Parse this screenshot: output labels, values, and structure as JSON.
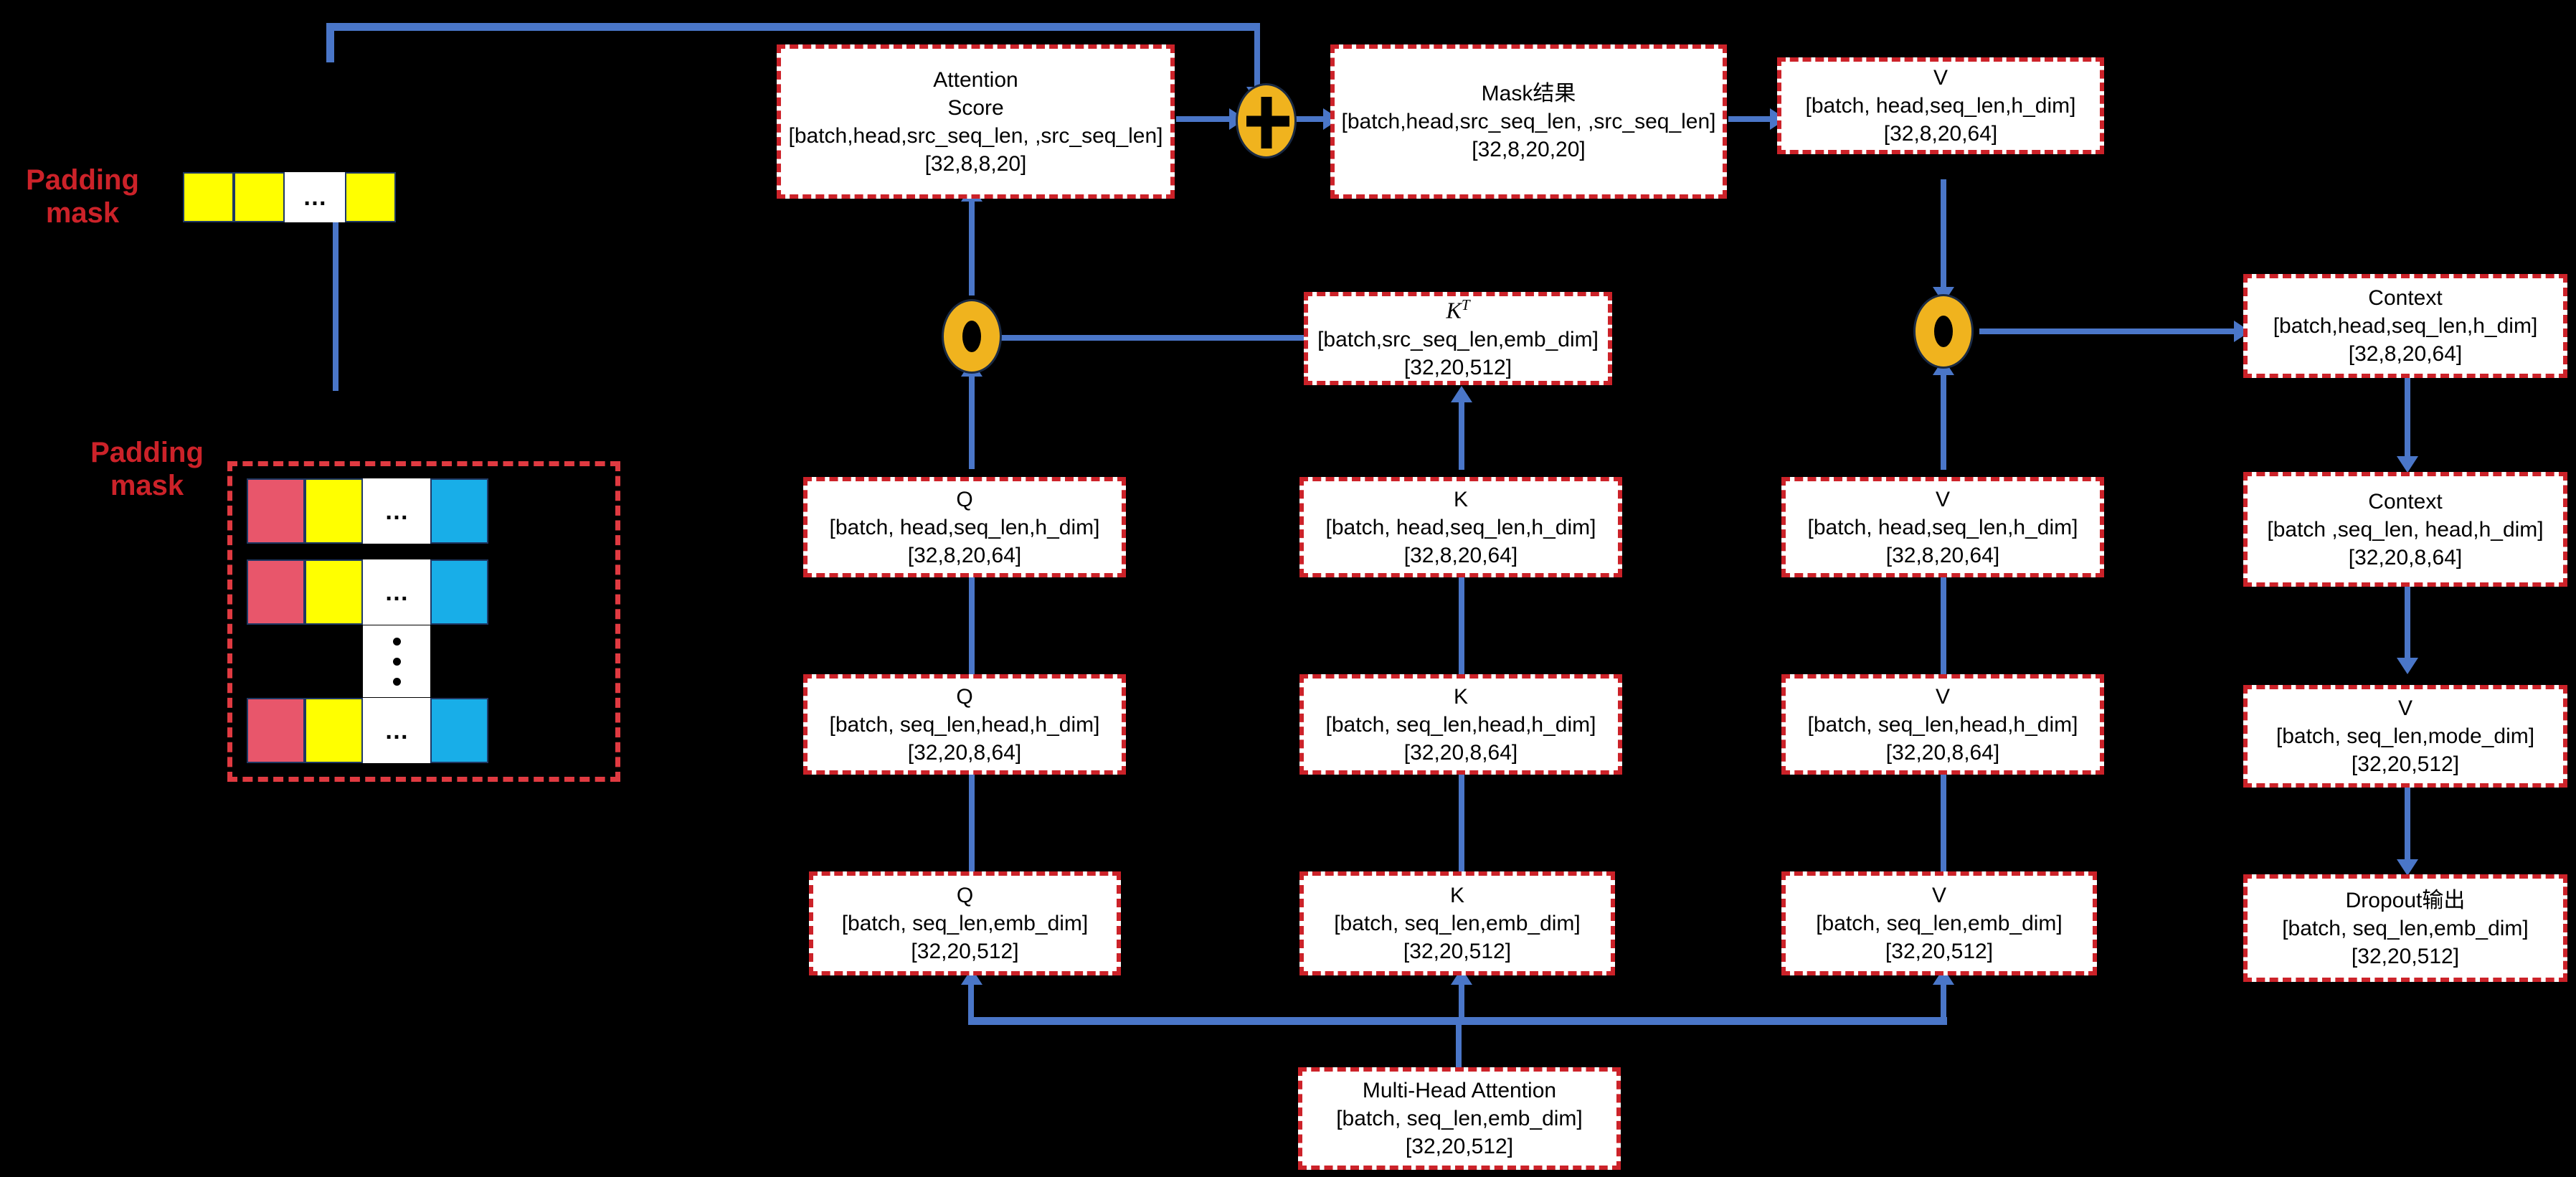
{
  "diagram": {
    "title": "Multi-Head Attention with Padding Mask dataflow",
    "colors": {
      "box_border": "#cc2229",
      "box_fill": "#ffffff",
      "arrow": "#4a76c8",
      "operator_fill": "#f0b31e",
      "label_red": "#cc2229",
      "swatch_red": "#e8566b",
      "swatch_yellow": "#ffff00",
      "swatch_blue": "#18aee8",
      "background": "#000000"
    }
  },
  "labels": {
    "padding_mask_top": "Padding\nmask",
    "padding_mask_bottom": "Padding\nmask",
    "ellipsis": "…"
  },
  "operators": {
    "add": "+",
    "matmul_1": "matmul",
    "matmul_2": "matmul"
  },
  "nodes": {
    "attention_score": {
      "t1": "Attention",
      "t1b": "Score",
      "t2": "[batch,head,src_seq_len, ,src_seq_len]",
      "t3": "[32,8,8,20]"
    },
    "mask_result": {
      "t1": "Mask结果",
      "t2": "[batch,head,src_seq_len, ,src_seq_len]",
      "t3": "[32,8,20,20]"
    },
    "v_top": {
      "t1": "V",
      "t2": "[batch, head,seq_len,h_dim]",
      "t3": "[32,8,20,64]"
    },
    "k_transpose": {
      "t1": "K",
      "t1_sup": "T",
      "t2": "[batch,src_seq_len,emb_dim]",
      "t3": "[32,20,512]"
    },
    "context_1": {
      "t1": "Context",
      "t2": "[batch,head,seq_len,h_dim]",
      "t3": "[32,8,20,64]"
    },
    "context_2": {
      "t1": "Context",
      "t2": "[batch ,seq_len, head,h_dim]",
      "t3": "[32,20,8,64]"
    },
    "v_right_mid": {
      "t1": "V",
      "t2": "[batch, seq_len,mode_dim]",
      "t3": "[32,20,512]"
    },
    "dropout_out": {
      "t1": "Dropout输出",
      "t2": "[batch, seq_len,emb_dim]",
      "t3": "[32,20,512]"
    },
    "q_head": {
      "t1": "Q",
      "t2": "[batch, head,seq_len,h_dim]",
      "t3": "[32,8,20,64]"
    },
    "k_head": {
      "t1": "K",
      "t2": "[batch, head,seq_len,h_dim]",
      "t3": "[32,8,20,64]"
    },
    "v_head": {
      "t1": "V",
      "t2": "[batch, head,seq_len,h_dim]",
      "t3": "[32,8,20,64]"
    },
    "q_split": {
      "t1": "Q",
      "t2": "[batch, seq_len,head,h_dim]",
      "t3": "[32,20,8,64]"
    },
    "k_split": {
      "t1": "K",
      "t2": "[batch, seq_len,head,h_dim]",
      "t3": "[32,20,8,64]"
    },
    "v_split": {
      "t1": "V",
      "t2": "[batch, seq_len,head,h_dim]",
      "t3": "[32,20,8,64]"
    },
    "q_in": {
      "t1": "Q",
      "t2": "[batch, seq_len,emb_dim]",
      "t3": "[32,20,512]"
    },
    "k_in": {
      "t1": "K",
      "t2": "[batch, seq_len,emb_dim]",
      "t3": "[32,20,512]"
    },
    "v_in": {
      "t1": "V",
      "t2": "[batch, seq_len,emb_dim]",
      "t3": "[32,20,512]"
    },
    "mha_input": {
      "t1": "Multi-Head Attention",
      "t2": "[batch, seq_len,emb_dim]",
      "t3": "[32,20,512]"
    }
  },
  "mask_row": {
    "cells": [
      "yellow",
      "yellow",
      "ellipsis",
      "yellow"
    ]
  },
  "mask_matrix": {
    "rows": [
      [
        "red",
        "yellow",
        "ellipsis",
        "blue"
      ],
      [
        "red",
        "yellow",
        "ellipsis",
        "blue"
      ],
      [
        "empty",
        "empty",
        "vdots",
        "empty"
      ],
      [
        "red",
        "yellow",
        "ellipsis",
        "blue"
      ]
    ]
  }
}
